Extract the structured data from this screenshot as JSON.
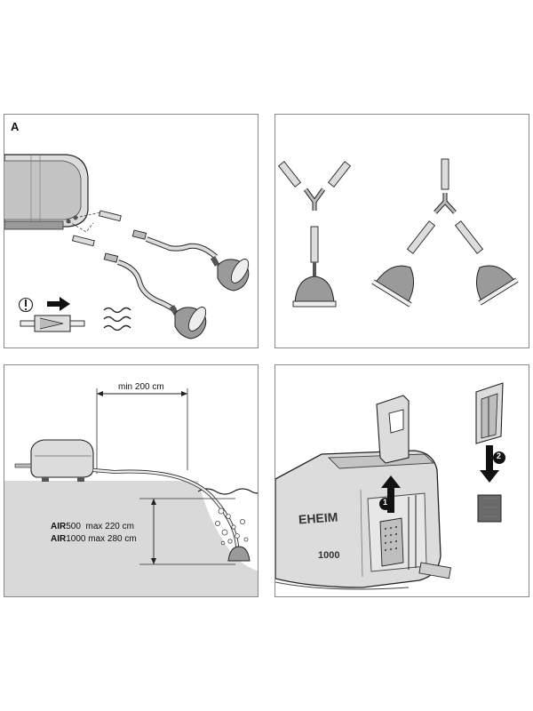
{
  "panels": {
    "a": {
      "label": "A"
    },
    "c": {
      "min_distance": "min 200 cm",
      "models": [
        {
          "name": "AIR",
          "size": "500",
          "max": "max 220 cm"
        },
        {
          "name": "AIR",
          "size": "1000",
          "max": "max 280 cm"
        }
      ]
    },
    "d": {
      "steps": [
        "1",
        "2"
      ],
      "brand_fragment": "EHEIM",
      "model_fragment": "1000"
    }
  },
  "colors": {
    "line": "#222222",
    "pump_body": "#dcdcdc",
    "pump_dark": "#6a6a6a",
    "water": "#d9d9d9",
    "stone": "#9a9a9a"
  },
  "icons": [
    "warning-icon",
    "arrow-right-icon",
    "check-valve-icon",
    "wave-icon"
  ]
}
